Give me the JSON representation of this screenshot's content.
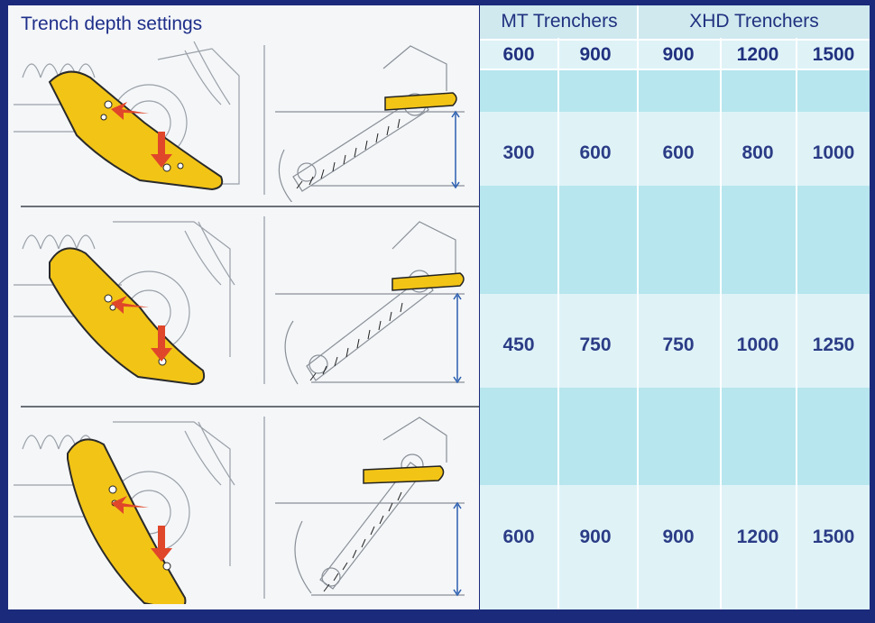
{
  "left_title": "Trench depth settings",
  "groups": {
    "mt": "MT Trenchers",
    "xhd": "XHD Trenchers"
  },
  "columns": [
    "600",
    "900",
    "900",
    "1200",
    "1500"
  ],
  "rows": [
    [
      "300",
      "600",
      "600",
      "800",
      "1000"
    ],
    [
      "450",
      "750",
      "750",
      "1000",
      "1250"
    ],
    [
      "600",
      "900",
      "900",
      "1200",
      "1500"
    ]
  ],
  "colors": {
    "frame": "#1b2a7a",
    "yellow": "#f2c416",
    "arrow": "#e0462a",
    "table_light": "#dff3f7",
    "table_dark": "#b7e6ee",
    "text": "#21317f"
  }
}
